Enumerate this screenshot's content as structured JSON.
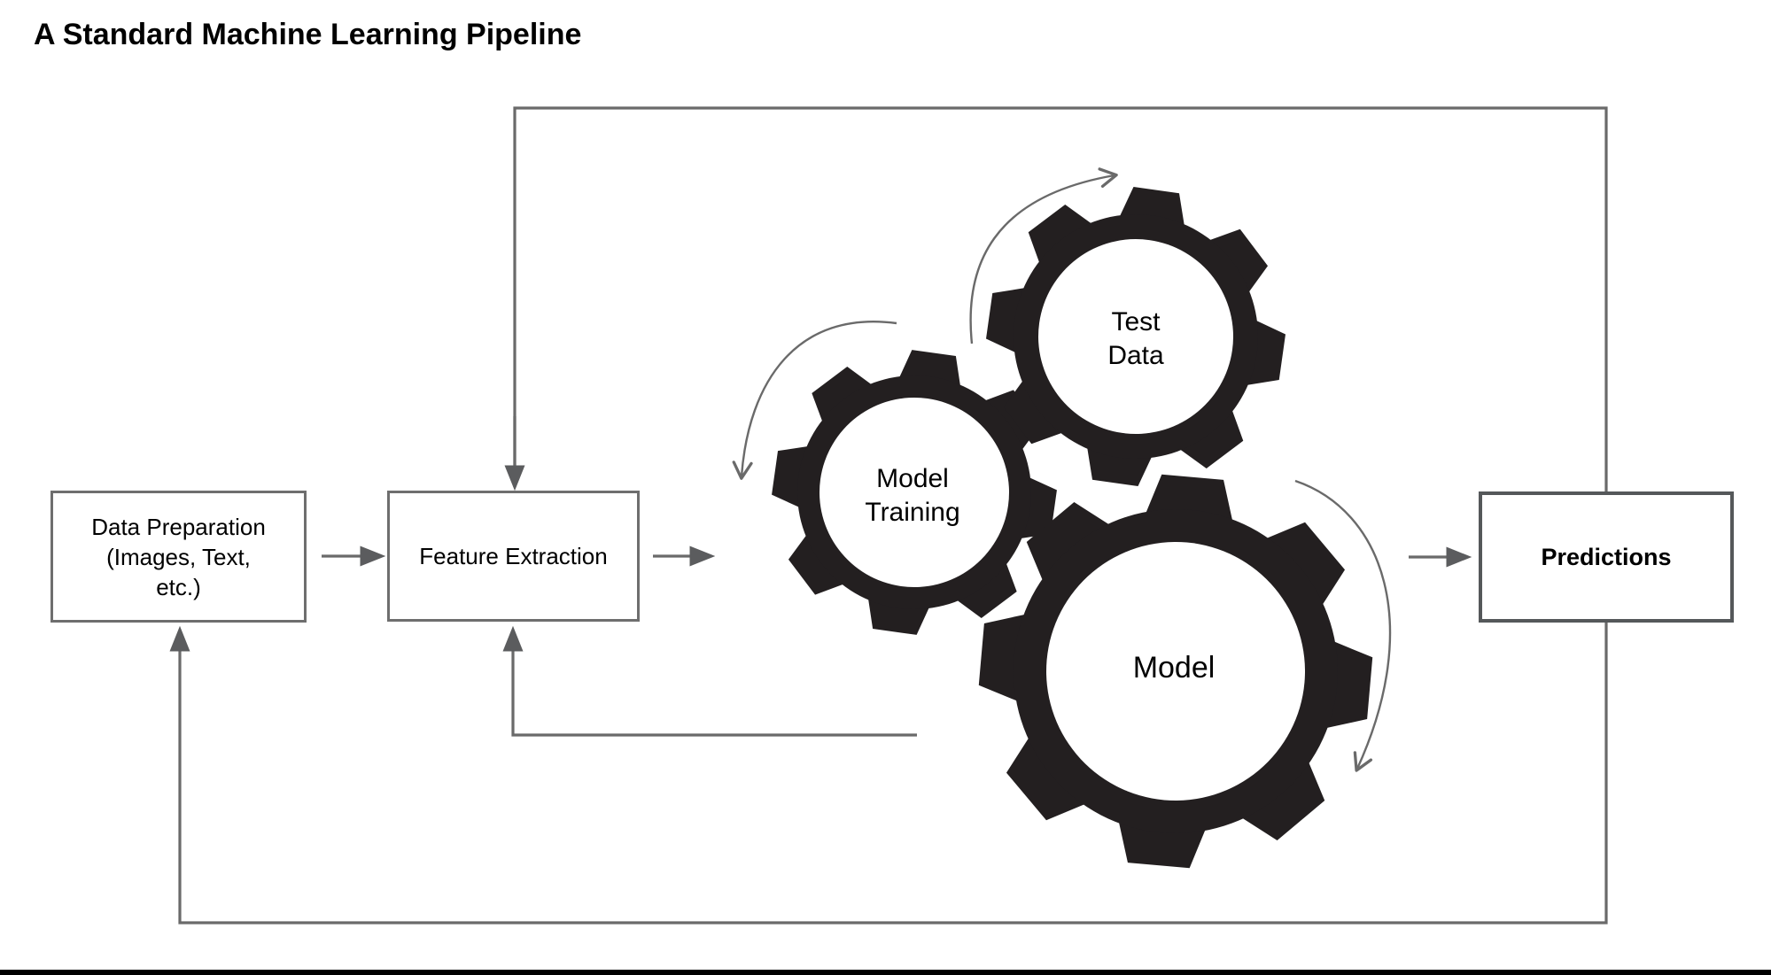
{
  "title": "A Standard Machine Learning Pipeline",
  "nodes": {
    "data_preparation": {
      "lines": [
        "Data Preparation",
        "(Images, Text,",
        "etc.)"
      ]
    },
    "feature_extraction": {
      "label": "Feature Extraction"
    },
    "predictions": {
      "label": "Predictions"
    }
  },
  "gears": {
    "test_data": {
      "lines": [
        "Test",
        "Data"
      ]
    },
    "model_training": {
      "lines": [
        "Model",
        "Training"
      ]
    },
    "model": {
      "label": "Model"
    }
  },
  "colors": {
    "connector": "#6a6a6a",
    "gear": "#231f20",
    "node_border": "#6e6e6e",
    "predictions_border": "#55585a",
    "text": "#000000",
    "background": "#ffffff",
    "bottom_bar": "#000000"
  }
}
